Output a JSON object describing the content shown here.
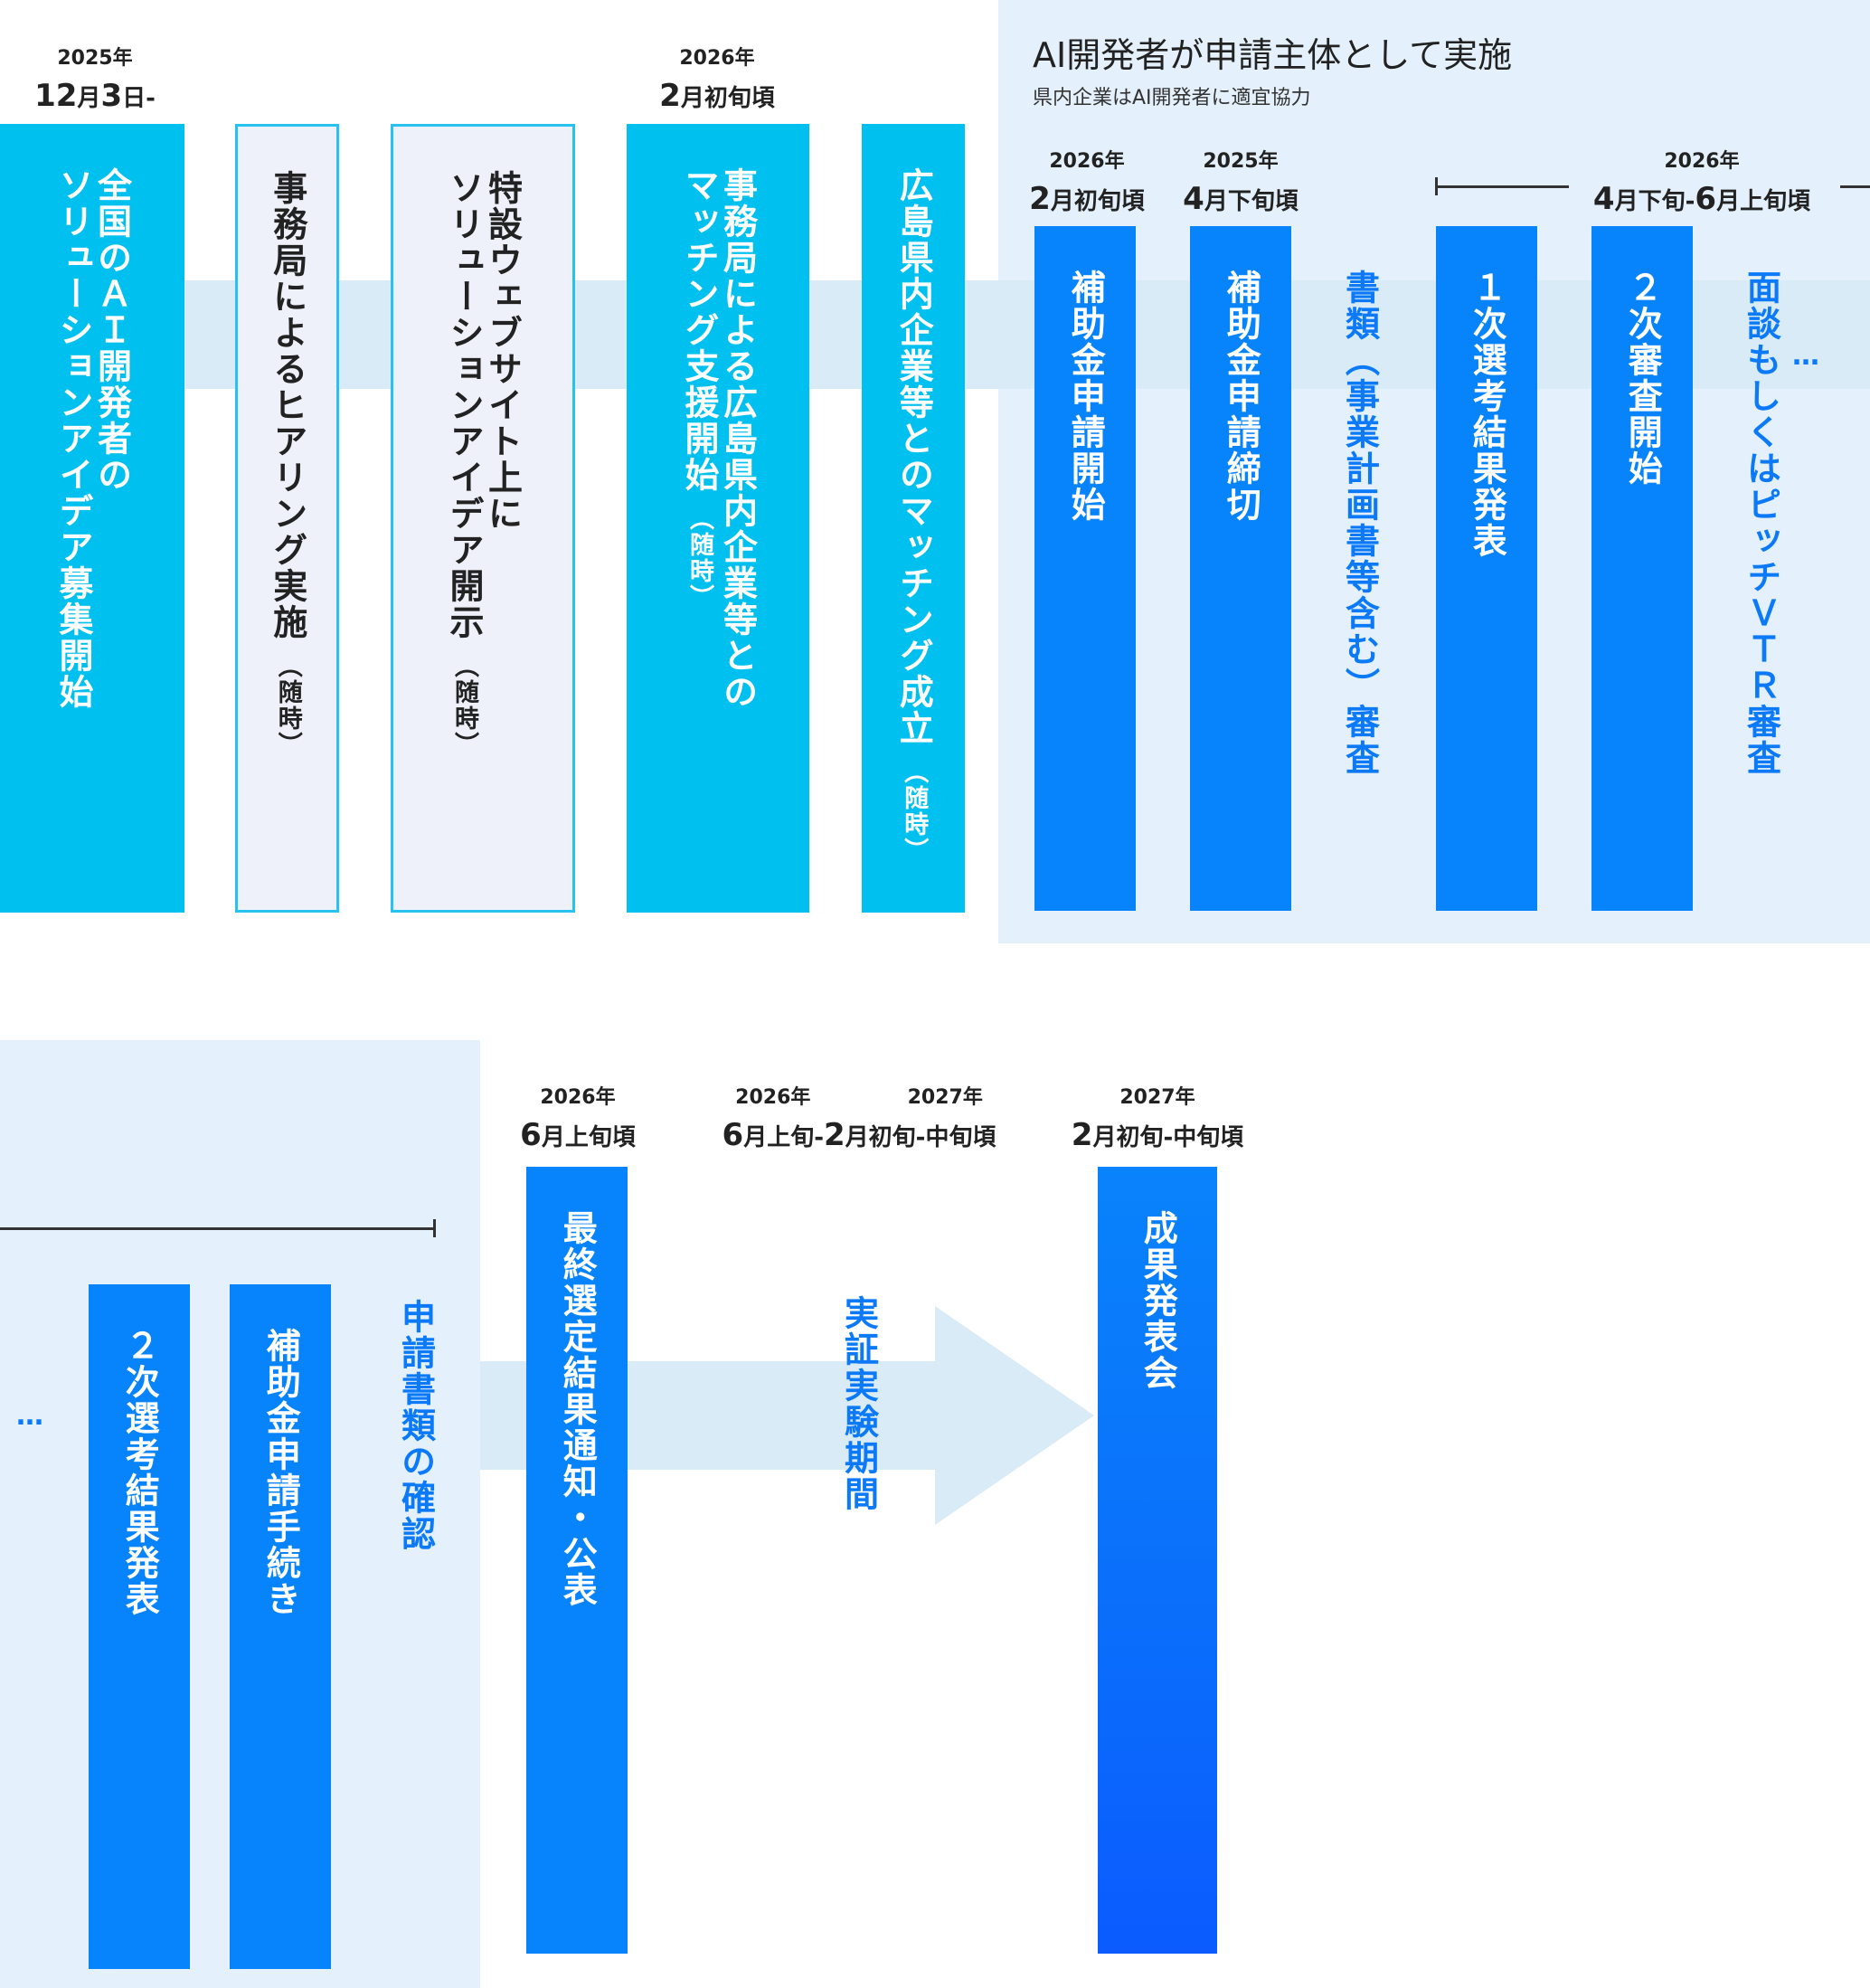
{
  "ai_section": {
    "title": "AI開発者が申請主体として実施",
    "subtitle": "県内企業はAI開発者に適宜協力"
  },
  "top_dates": [
    {
      "year": "2025年",
      "day": "12",
      "mid": "月",
      "day2": "3",
      "tail": "日-"
    },
    {
      "year": "2026年",
      "day": "2",
      "mid": "月初旬頃",
      "day2": "",
      "tail": ""
    },
    {
      "year": "2026年",
      "day": "2",
      "mid": "月初旬頃",
      "day2": "",
      "tail": ""
    },
    {
      "year": "2025年",
      "day": "4",
      "mid": "月下旬頃",
      "day2": "",
      "tail": ""
    },
    {
      "year": "2026年",
      "day": "4",
      "mid": "月下旬-",
      "day2": "6",
      "tail": "月上旬頃"
    }
  ],
  "top_columns": [
    {
      "text": "全国のＡＩ開発者の\nソリューションアイデア募集開始",
      "note": ""
    },
    {
      "text": "事務局によるヒアリング実施",
      "note": "（随時）"
    },
    {
      "text": "特設ウェブサイト上に\nソリューションアイデア開示",
      "note": "（随時）"
    },
    {
      "text": "事務局による広島県内企業等との\nマッチング支援開始",
      "note": "（随時）"
    },
    {
      "text": "広島県内企業等とのマッチング成立",
      "note": "（随時）"
    },
    {
      "text": "補助金申請開始",
      "note": ""
    },
    {
      "text": "補助金申請締切",
      "note": ""
    },
    {
      "text": "１次選考結果発表",
      "note": ""
    },
    {
      "text": "２次審査開始",
      "note": ""
    }
  ],
  "top_free_text": {
    "review1": "書類（事業計画書等含む）審査",
    "review2": "面談もしくはピッチＶＴＲ審査",
    "ellipsis": "…"
  },
  "bottom_dates": [
    {
      "year": "2026年",
      "day": "6",
      "mid": "月上旬頃",
      "day2": "",
      "tail": ""
    },
    {
      "year": "2026年",
      "day": "6",
      "mid": "月上旬-",
      "day2": "2",
      "tail": "月初旬-中旬頃"
    },
    {
      "year": "2027年",
      "day": "2",
      "mid": "月初旬-中旬頃",
      "day2": "",
      "tail": ""
    }
  ],
  "bottom_year_2027": "2027年",
  "bottom_columns": [
    {
      "text": "２次選考結果発表"
    },
    {
      "text": "補助金申請手続き"
    },
    {
      "text": "最終選定結果通知・公表"
    },
    {
      "text": "成果発表会"
    }
  ],
  "bottom_free_text": {
    "confirm": "申請書類の確認",
    "trial": "実証実験期間",
    "ellipsis": "…"
  }
}
